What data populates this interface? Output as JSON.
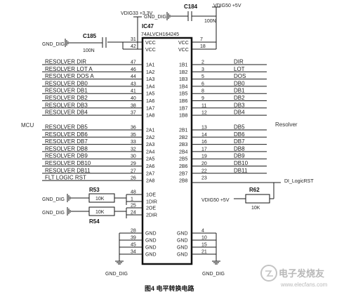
{
  "ic": {
    "ref": "IC47",
    "part": "74ALVCH164245",
    "top_left_pins": [
      {
        "num": "31",
        "name": "VCC"
      },
      {
        "num": "42",
        "name": "VCC"
      }
    ],
    "top_right_pins": [
      {
        "num": "7",
        "name": "VCC"
      },
      {
        "num": "18",
        "name": "VCC"
      }
    ],
    "bottom_left_pins": [
      {
        "num": "28",
        "name": "GND"
      },
      {
        "num": "39",
        "name": "GND"
      },
      {
        "num": "45",
        "name": "GND"
      },
      {
        "num": "34",
        "name": "GND"
      }
    ],
    "bottom_right_pins": [
      {
        "num": "4",
        "name": "GND"
      },
      {
        "num": "10",
        "name": "GND"
      },
      {
        "num": "15",
        "name": "GND"
      },
      {
        "num": "21",
        "name": "GND"
      }
    ],
    "ctrl_pins": [
      {
        "num": "48",
        "name": "1OE"
      },
      {
        "num": "1",
        "name": "1DIR"
      },
      {
        "num": "25",
        "name": "2OE"
      },
      {
        "num": "24",
        "name": "2DIR"
      }
    ]
  },
  "bus_a": [
    {
      "net": "RESOLVER_DIR",
      "num": "47",
      "pin": "1A1"
    },
    {
      "net": "RESOLVER_LOT_A",
      "num": "46",
      "pin": "1A2"
    },
    {
      "net": "RESOLVER_DOS_A",
      "num": "44",
      "pin": "1A3"
    },
    {
      "net": "RESOLVER_DB0",
      "num": "43",
      "pin": "1A4"
    },
    {
      "net": "RESOLVER_DB1",
      "num": "41",
      "pin": "1A5"
    },
    {
      "net": "RESOLVER_DB2",
      "num": "40",
      "pin": "1A6"
    },
    {
      "net": "RESOLVER_DB3",
      "num": "38",
      "pin": "1A7"
    },
    {
      "net": "RESOLVER_DB4",
      "num": "37",
      "pin": "1A8"
    }
  ],
  "bus_b": [
    {
      "net": "RESOLVER_DB5",
      "num": "36",
      "pin": "2A1"
    },
    {
      "net": "RESOLVER_DB6",
      "num": "35",
      "pin": "2A2"
    },
    {
      "net": "RESOLVER_DB7",
      "num": "33",
      "pin": "2A3"
    },
    {
      "net": "RESOLVER_DB8",
      "num": "32",
      "pin": "2A4"
    },
    {
      "net": "RESOLVER_DB9",
      "num": "30",
      "pin": "2A5"
    },
    {
      "net": "RESOLVER_DB10",
      "num": "29",
      "pin": "2A6"
    },
    {
      "net": "RESOLVER_DB11",
      "num": "27",
      "pin": "2A7"
    },
    {
      "net": "FLT_LOGIC_RST",
      "num": "26",
      "pin": "2A8"
    }
  ],
  "bus_1b": [
    {
      "pin": "1B1",
      "num": "2",
      "net": "DIR"
    },
    {
      "pin": "1B2",
      "num": "3",
      "net": "LOT"
    },
    {
      "pin": "1B3",
      "num": "5",
      "net": "DOS"
    },
    {
      "pin": "1B4",
      "num": "6",
      "net": "DB0"
    },
    {
      "pin": "1B5",
      "num": "8",
      "net": "DB1"
    },
    {
      "pin": "1B6",
      "num": "9",
      "net": "DB2"
    },
    {
      "pin": "1B7",
      "num": "11",
      "net": "DB3"
    },
    {
      "pin": "1B8",
      "num": "12",
      "net": "DB4"
    }
  ],
  "bus_2b": [
    {
      "pin": "2B1",
      "num": "13",
      "net": "DB5"
    },
    {
      "pin": "2B2",
      "num": "14",
      "net": "DB6"
    },
    {
      "pin": "2B3",
      "num": "16",
      "net": "DB7"
    },
    {
      "pin": "2B4",
      "num": "17",
      "net": "DB8"
    },
    {
      "pin": "2B5",
      "num": "19",
      "net": "DB9"
    },
    {
      "pin": "2B6",
      "num": "20",
      "net": "DB10"
    },
    {
      "pin": "2B7",
      "num": "22",
      "net": "DB11"
    },
    {
      "pin": "2B8",
      "num": "23",
      "net": ""
    }
  ],
  "labels": {
    "vdig33": "VDIG33 +3.3V",
    "vdig50_top": "VDIG50 +5V",
    "vdig50_right": "VDIG50 +5V",
    "gnd_dig": "GND_DIG",
    "c184": "C184",
    "c184_val": "100N",
    "c185": "C185",
    "c185_val": "100N",
    "r53": "R53",
    "r53_val": "10K",
    "r54": "R54",
    "r54_val": "10K",
    "r62": "R62",
    "r62_val": "10K",
    "di_logic_rst": "DI_LogicRST",
    "mcu": "MCU",
    "resolver": "Resolver",
    "caption": "图4 电平转换电路",
    "wm_main": "电子发烧友",
    "wm_sub": "www.elecfans.com"
  }
}
